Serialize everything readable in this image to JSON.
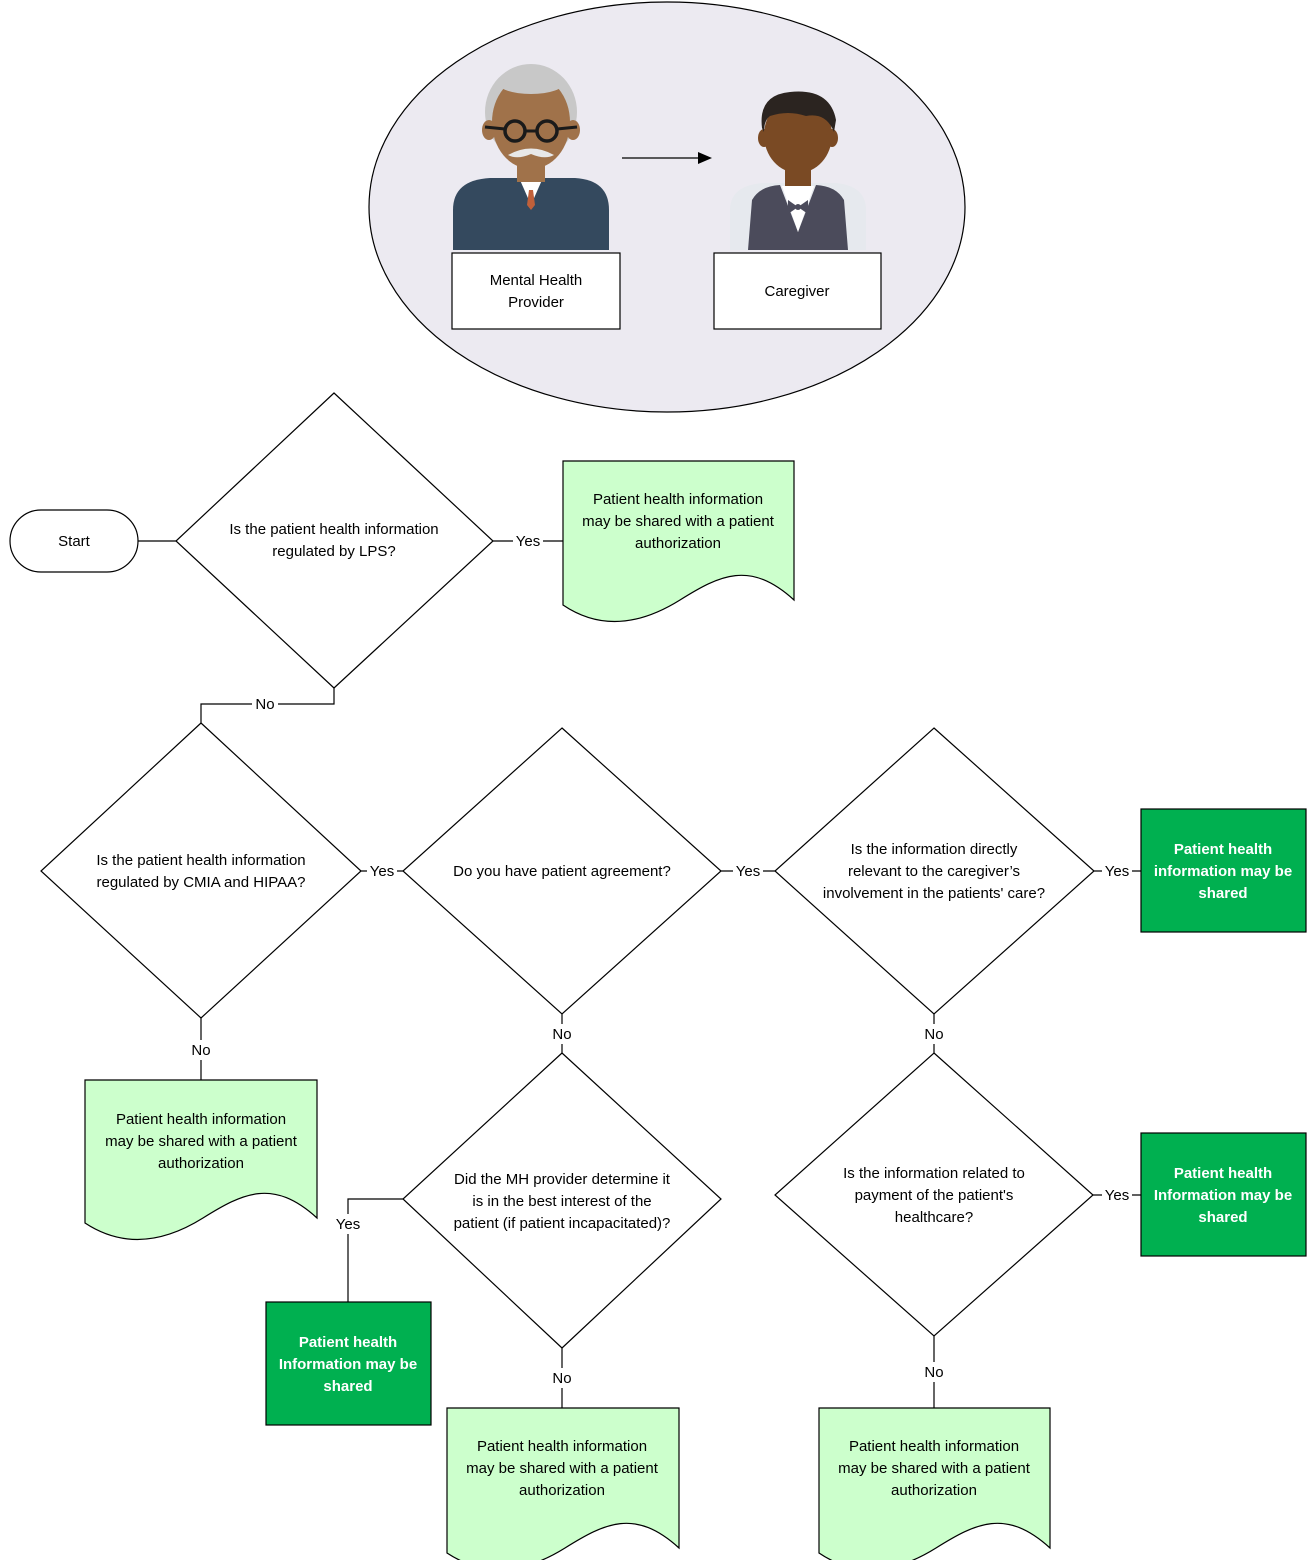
{
  "colors": {
    "ellipse_fill": "#ECEAF1",
    "doc_fill": "#CCFFCC",
    "shared_fill": "#00B050",
    "provider_sweater": "#34495E",
    "provider_skin": "#A0724A",
    "hair_gray": "#C8C8C8",
    "caregiver_skin": "#7A4A24",
    "caregiver_hair": "#2B2420",
    "vest": "#4B4B5B"
  },
  "header": {
    "provider_label": [
      "Mental Health",
      "Provider"
    ],
    "caregiver_label": [
      "Caregiver"
    ],
    "provider_icon": "elderly-man-icon",
    "caregiver_icon": "caregiver-icon"
  },
  "start": {
    "label": "Start"
  },
  "decisions": {
    "d1": [
      "Is the patient health information",
      "regulated by LPS?"
    ],
    "d2": [
      "Is the patient health information",
      "regulated by CMIA and HIPAA?"
    ],
    "d3": [
      "Do you have patient agreement?"
    ],
    "d4": [
      "Is the information directly",
      "relevant to the caregiver’s",
      "involvement in the patients' care?"
    ],
    "d5": [
      "Did the MH provider determine it",
      "is in the best interest of the",
      "patient (if patient incapacitated)?"
    ],
    "d6": [
      "Is the information related to",
      "payment of the patient's",
      "healthcare?"
    ]
  },
  "outcomes": {
    "auth1": [
      "Patient health information",
      "may be shared with a patient",
      "authorization"
    ],
    "auth2": [
      "Patient health information",
      "may be shared with a patient",
      "authorization"
    ],
    "auth3": [
      "Patient health information",
      "may be shared with a patient",
      "authorization"
    ],
    "auth4": [
      "Patient health information",
      "may be shared with a patient",
      "authorization"
    ],
    "shared1": [
      "Patient health",
      "information may be",
      "shared"
    ],
    "shared2": [
      "Patient health",
      "Information may be",
      "shared"
    ],
    "shared3": [
      "Patient health",
      "Information may be",
      "shared"
    ]
  },
  "edges": {
    "yes": "Yes",
    "no": "No"
  }
}
